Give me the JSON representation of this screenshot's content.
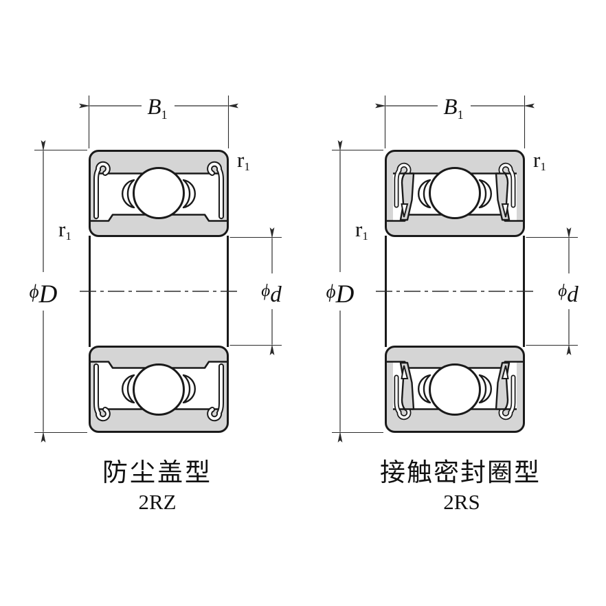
{
  "diagram": {
    "title_hint": "deep-groove ball bearing sealed variants cross-section",
    "background": "#ffffff",
    "colors": {
      "section_fill": "#d5d5d5",
      "outline": "#1a1a1a",
      "dimension_line": "#2b2b2b",
      "text": "#111111",
      "cavity": "#ffffff"
    },
    "labels": {
      "width": {
        "main": "B",
        "sub": "1"
      },
      "outer_diameter": {
        "phi": "ϕ",
        "letter": "D"
      },
      "bore_diameter": {
        "phi": "ϕ",
        "letter": "d"
      },
      "corner_radius": {
        "main": "r",
        "sub": "1"
      }
    },
    "bearings": [
      {
        "caption": "防尘盖型",
        "code": "2RZ",
        "seal_type": "non-contact metal shield"
      },
      {
        "caption": "接触密封圈型",
        "code": "2RS",
        "seal_type": "contact rubber seal"
      }
    ]
  }
}
